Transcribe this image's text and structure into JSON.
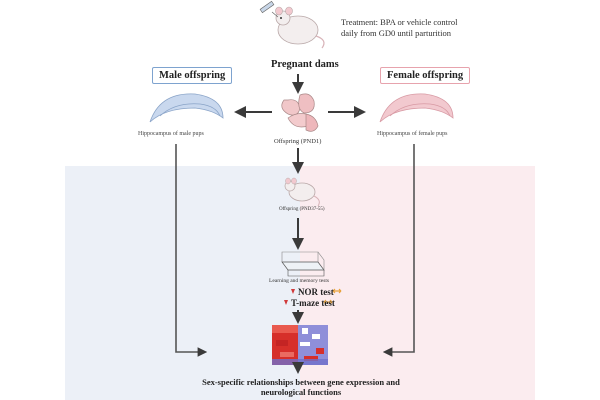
{
  "treatment_note": "Treatment: BPA or vehicle control daily from GD0 until parturition",
  "pregnant_dams_label": "Pregnant dams",
  "male_offspring_label": "Male offspring",
  "female_offspring_label": "Female offspring",
  "hippocampus_male_caption": "Hippocampus of male pups",
  "hippocampus_female_caption": "Hippocampus of female pups",
  "offspring_pnd1_label": "Offspring (PND1)",
  "offspring_later_label": "Offspring (PND37-55)",
  "learning_tests_label": "Learning and memory tests",
  "nor_test_label": "NOR test",
  "tmaze_test_label": "T-maze test",
  "conclusion_text": "Sex-specific relationships between gene expression and neurological functions",
  "colors": {
    "male_panel": "#ecf0f7",
    "female_panel": "#fbecef",
    "male_border": "#7ea3cf",
    "female_border": "#e7a3ad",
    "arrow": "#3a3a3a",
    "down_marker": "#d03a3a",
    "sideways_marker": "#e8a23a"
  },
  "icons": [
    "syringe-mouse-icon",
    "pups-icon",
    "mouse-icon",
    "maze-box-icon",
    "brain-hippocampus-icon",
    "heatmap-icon"
  ]
}
